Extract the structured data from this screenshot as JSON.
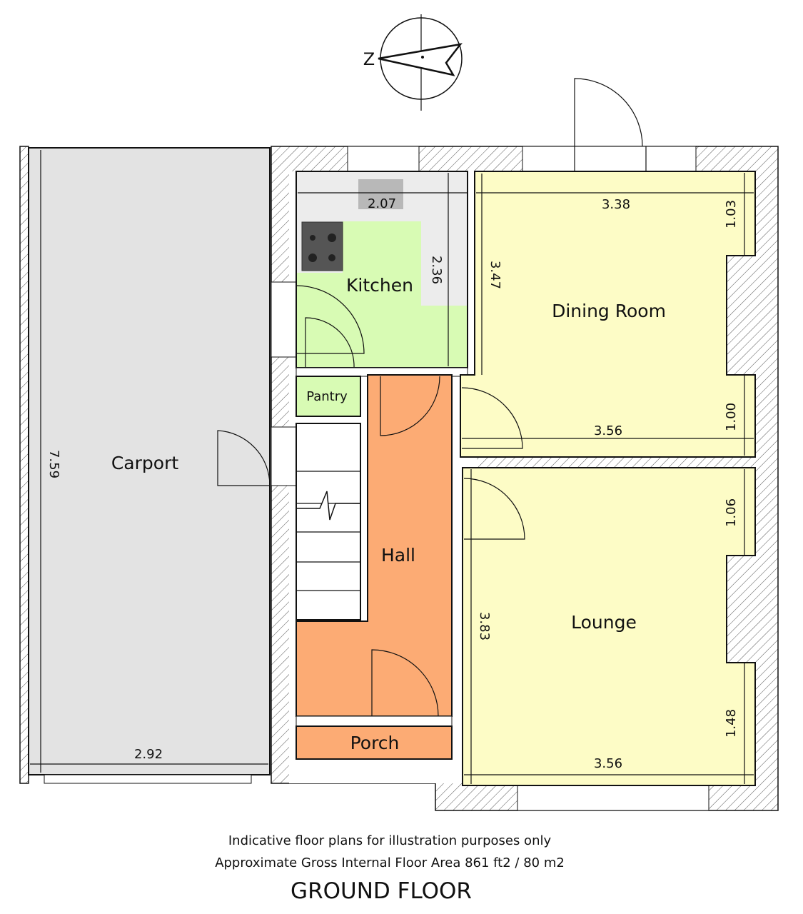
{
  "compass": {
    "north_letter": "Z"
  },
  "rooms": {
    "carport": "Carport",
    "kitchen": "Kitchen",
    "pantry": "Pantry",
    "hall": "Hall",
    "porch": "Porch",
    "dining": "Dining Room",
    "lounge": "Lounge"
  },
  "dimensions": {
    "kitchen_width": "2.07",
    "kitchen_depth": "2.36",
    "dining_width_top": "3.38",
    "dining_right_top": "1.03",
    "dining_left": "3.47",
    "dining_width_bottom": "3.56",
    "dining_right_bottom": "1.00",
    "lounge_right_top": "1.06",
    "lounge_left": "3.83",
    "lounge_right_bottom": "1.48",
    "lounge_width": "3.56",
    "carport_length": "7.59",
    "carport_width": "2.92"
  },
  "colors": {
    "kitchen": "#d8fbb4",
    "hall": "#fcab74",
    "dining": "#fdfcc6",
    "carport": "#e3e3e3"
  },
  "footer": {
    "line1": "Indicative floor plans for illustration purposes only",
    "line2": "Approximate Gross Internal Floor Area 861 ft2 / 80 m2",
    "title": "GROUND FLOOR"
  }
}
